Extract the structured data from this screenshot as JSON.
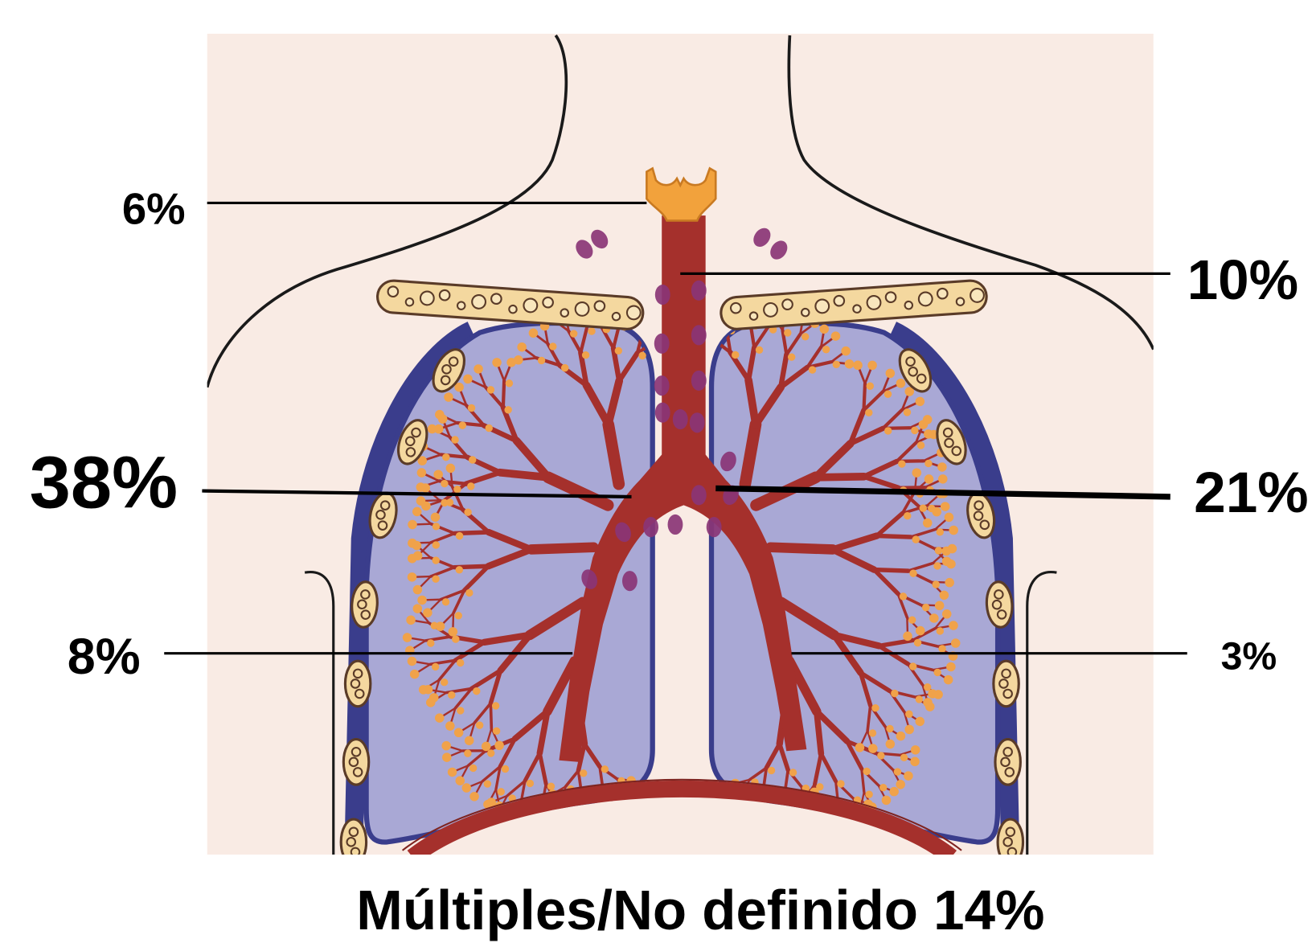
{
  "callouts": [
    "6%",
    "10%",
    "38%",
    "21%",
    "8%",
    "3%"
  ],
  "caption": "Múltiples/No definido 14%",
  "colors": {
    "background": "#f9ebe4",
    "outline": "#1a1a1a",
    "lung": "#a9a8d5",
    "pleura": "#3a3d8c",
    "airway": "#a5302c",
    "alveoli": "#f0a24a",
    "lymph_node": "#8a3576",
    "bone": "#f4d89f",
    "bone_outline": "#5a3b28",
    "larynx": "#f2a23c",
    "larynx_outline": "#c97a22",
    "label": "#000000"
  }
}
